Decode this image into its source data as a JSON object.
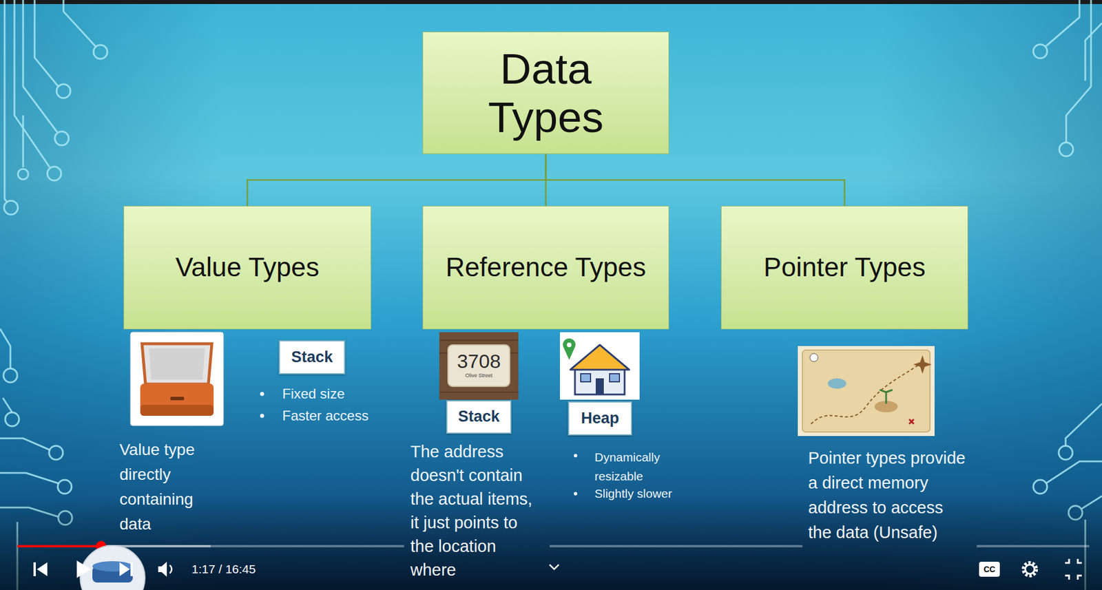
{
  "diagram": {
    "nodes": [
      {
        "text": [
          "Data Types"
        ]
      },
      {
        "text": [
          "Value Types"
        ]
      },
      {
        "text": [
          "Reference Types"
        ]
      },
      {
        "text": [
          "Pointer Types"
        ]
      },
      {
        "text": [
          "Stack"
        ]
      },
      {
        "text": [
          "Stack"
        ]
      },
      {
        "text": [
          "Heap"
        ]
      }
    ],
    "edges": [
      {
        "from": 0,
        "to": 1,
        "arrow": "none"
      },
      {
        "from": 0,
        "to": 2,
        "arrow": "none"
      },
      {
        "from": 0,
        "to": 3,
        "arrow": "none"
      }
    ],
    "labels": [
      "Fixed size",
      "Faster access",
      "Value type directly containing data",
      "3708",
      "Olive Street",
      "The address doesn't contain the actual items, it just points to the location where",
      "Dynamically resizable",
      "Slightly slower",
      "Pointer types provide a direct memory address to access the data (Unsafe)",
      "1:17 / 16:45",
      "CC"
    ]
  }
}
